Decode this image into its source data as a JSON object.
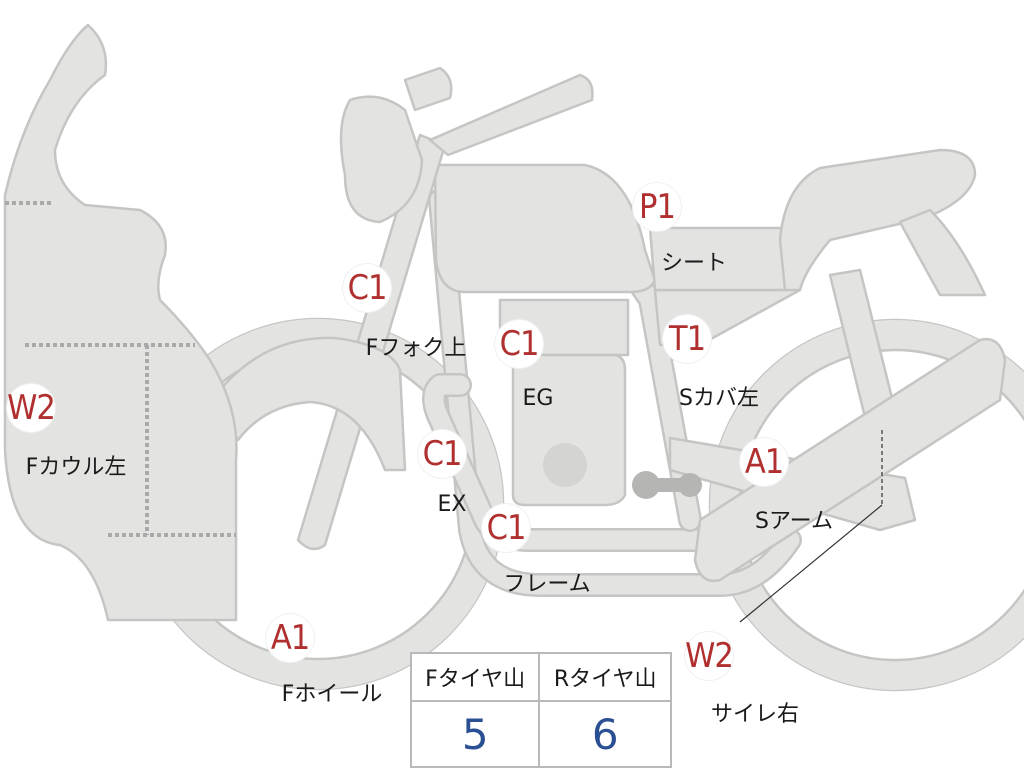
{
  "parts": [
    {
      "code": "P1",
      "name": "シート"
    },
    {
      "code": "C1",
      "name": "Fフォク上"
    },
    {
      "code": "C1",
      "name": "EG"
    },
    {
      "code": "T1",
      "name": "Sカバ左"
    },
    {
      "code": "W2",
      "name": "Fカウル左"
    },
    {
      "code": "C1",
      "name": "EX"
    },
    {
      "code": "A1",
      "name": "Sアーム"
    },
    {
      "code": "C1",
      "name": "フレーム"
    },
    {
      "code": "A1",
      "name": "Fホイール"
    },
    {
      "code": "W2",
      "name": "サイレ右"
    }
  ],
  "tire_table": {
    "headers": [
      "Fタイヤ山",
      "Rタイヤ山"
    ],
    "values": [
      "5",
      "6"
    ]
  },
  "colors": {
    "body_fill": "#e3e3e1",
    "outline": "#c5c5c3",
    "code_text": "#b0302f",
    "table_value": "#2b4f93"
  }
}
